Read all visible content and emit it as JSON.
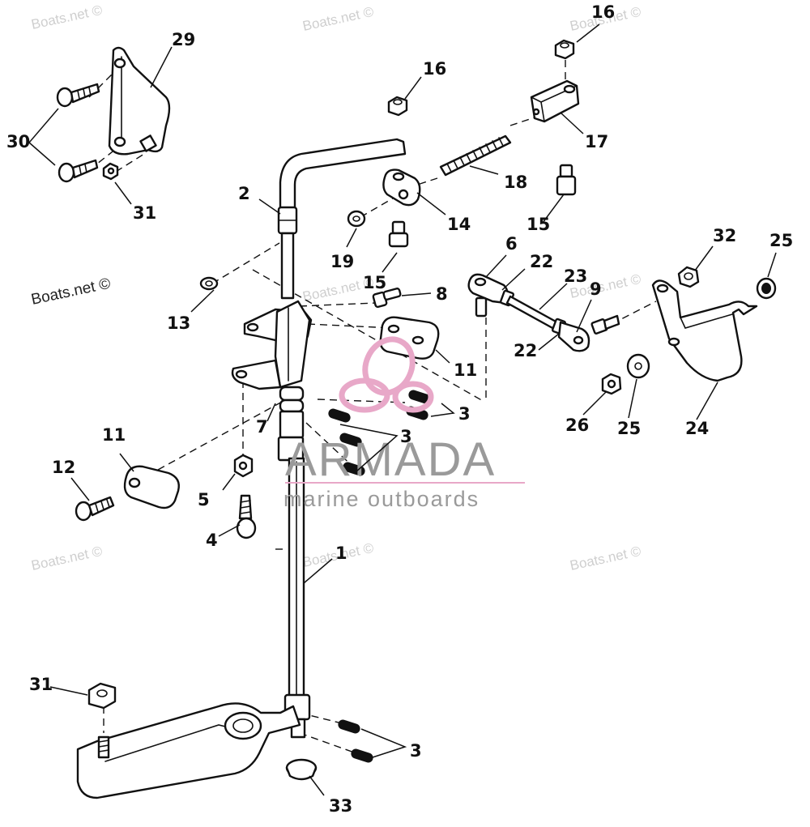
{
  "watermark": {
    "text": "Boats.net ©",
    "color": "#cfcfcf"
  },
  "logo": {
    "brand": "ARMADA",
    "tagline": "marine outboards",
    "text_color": "#9a9a9a",
    "accent_color": "#e8a8c8"
  },
  "callouts": {
    "c1": "1",
    "c2": "2",
    "c3a": "3",
    "c3b": "3",
    "c3c": "3",
    "c4": "4",
    "c5": "5",
    "c6": "6",
    "c7": "7",
    "c8": "8",
    "c9": "9",
    "c11a": "11",
    "c11b": "11",
    "c12": "12",
    "c13": "13",
    "c14": "14",
    "c15a": "15",
    "c15b": "15",
    "c16a": "16",
    "c16b": "16",
    "c17": "17",
    "c18": "18",
    "c19": "19",
    "c22a": "22",
    "c22b": "22",
    "c23": "23",
    "c24": "24",
    "c25a": "25",
    "c25b": "25",
    "c26": "26",
    "c29": "29",
    "c30": "30",
    "c31a": "31",
    "c31b": "31",
    "c32": "32",
    "c33": "33"
  }
}
